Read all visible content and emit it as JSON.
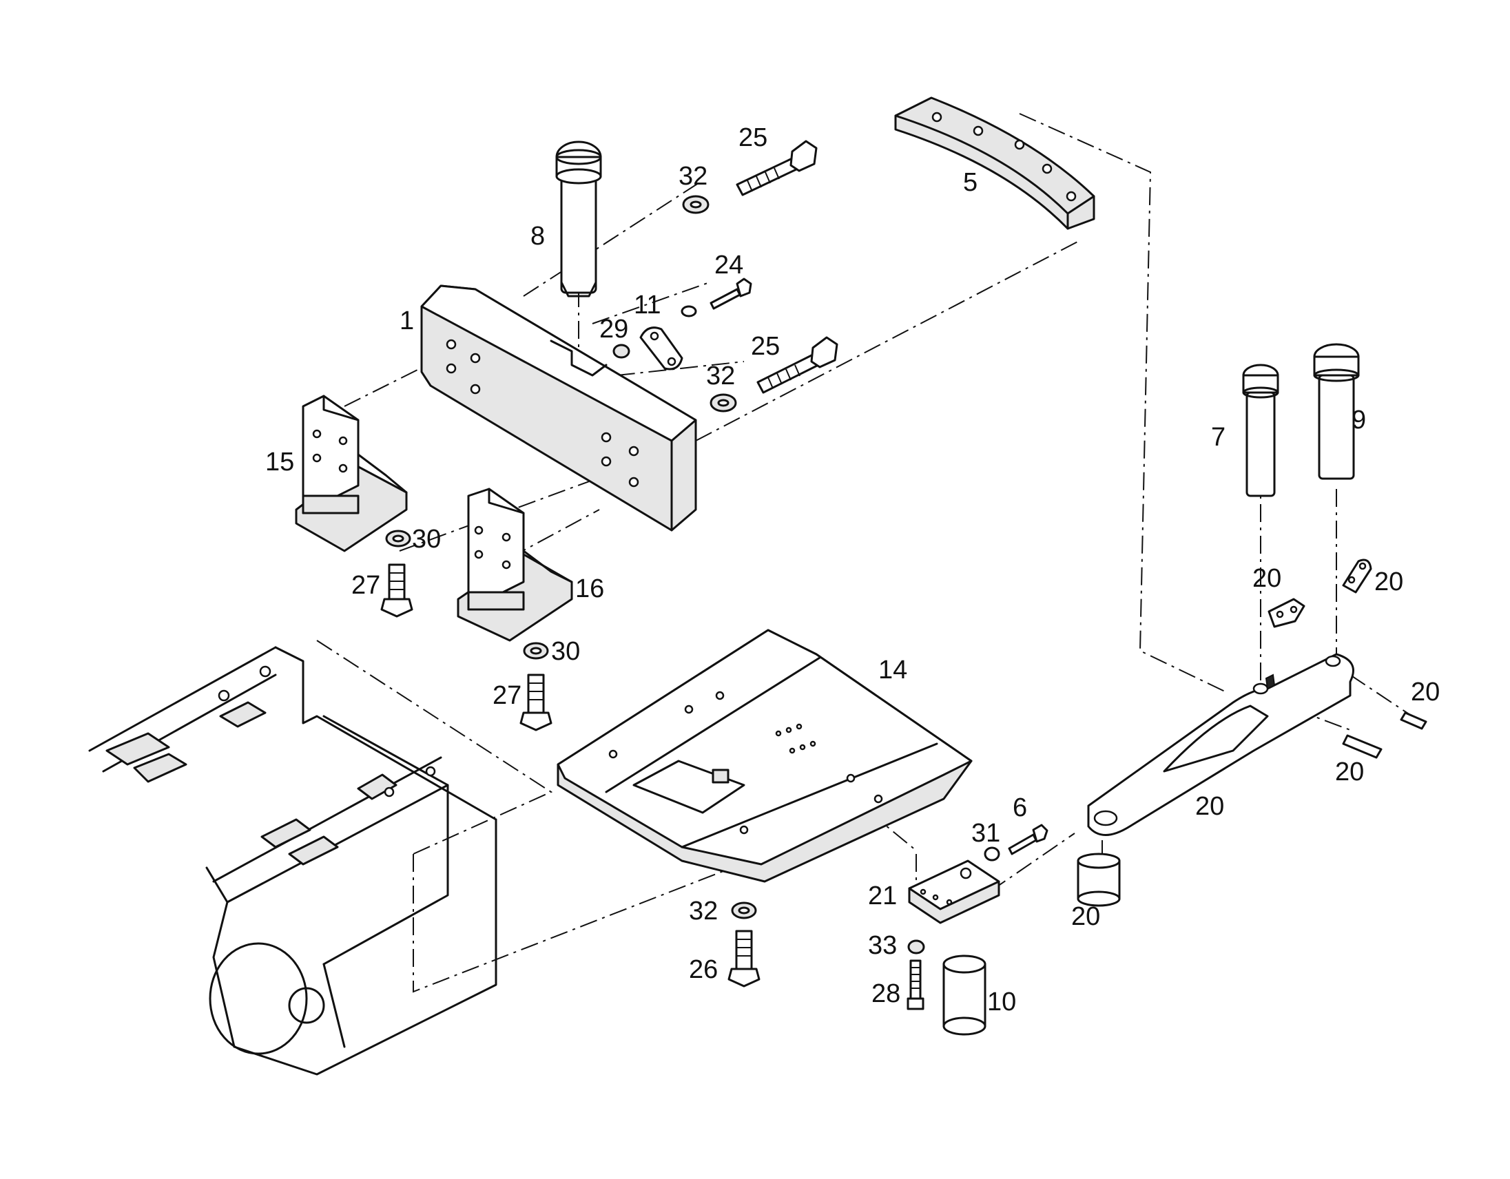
{
  "diagram": {
    "type": "exploded-parts-drawing",
    "callouts": [
      "1",
      "5",
      "6",
      "7",
      "8",
      "9",
      "10",
      "11",
      "14",
      "15",
      "16",
      "20",
      "21",
      "24",
      "25",
      "26",
      "27",
      "28",
      "29",
      "30",
      "31",
      "32",
      "33"
    ]
  }
}
